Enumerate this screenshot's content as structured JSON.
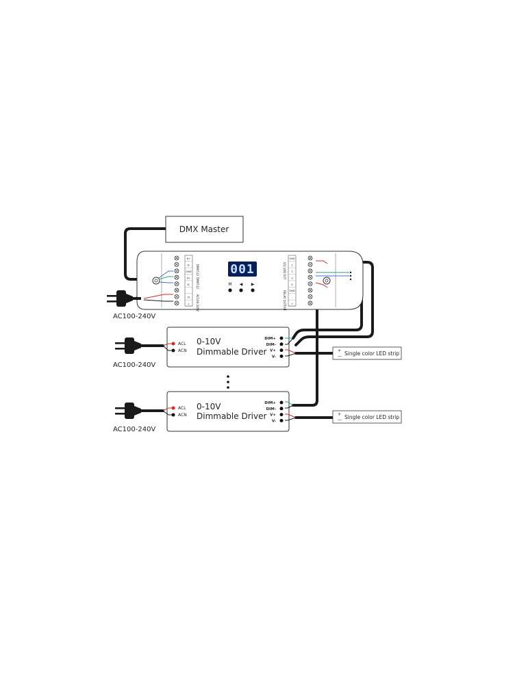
{
  "dmx_master": {
    "label": "DMX Master"
  },
  "decoder": {
    "display": "001",
    "buttons": [
      "M",
      "◀",
      "▶"
    ],
    "left_terminals": [
      "D+",
      "D-",
      "GND",
      "D+",
      "D-",
      "",
      "N",
      "L"
    ],
    "left_group_labels": [
      "DMX512",
      "DMX512",
      "AC100-240V"
    ],
    "right_terminals": [
      "GND",
      "1",
      "2",
      "3",
      "4",
      "GND",
      "-",
      "+"
    ],
    "right_group_labels": [
      "0/1-10V OUT",
      "RELAY OUTPUT"
    ]
  },
  "drivers": [
    {
      "title": "0-10V",
      "subtitle": "Dimmable Driver",
      "inputs": [
        "ACL",
        "ACN"
      ],
      "outputs": [
        "DIM+",
        "DIM-",
        "V+",
        "V-"
      ],
      "strip_label": "Single color LED strip",
      "strip_signs": [
        "+",
        "—"
      ]
    },
    {
      "title": "0-10V",
      "subtitle": "Dimmable Driver",
      "inputs": [
        "ACL",
        "ACN"
      ],
      "outputs": [
        "DIM+",
        "DIM-",
        "V+",
        "V-"
      ],
      "strip_label": "Single color LED strip",
      "strip_signs": [
        "+",
        "—"
      ]
    }
  ],
  "power_labels": [
    "AC100-240V",
    "AC100-240V",
    "AC100-240V"
  ],
  "colors": {
    "cable": "#1a1a1a",
    "wire_red": "#d42a2a",
    "wire_green": "#2aa56a",
    "wire_blue": "#3a6fd8",
    "display_bg": "#0b1e5c",
    "display_digit": "#bfe3ff"
  }
}
